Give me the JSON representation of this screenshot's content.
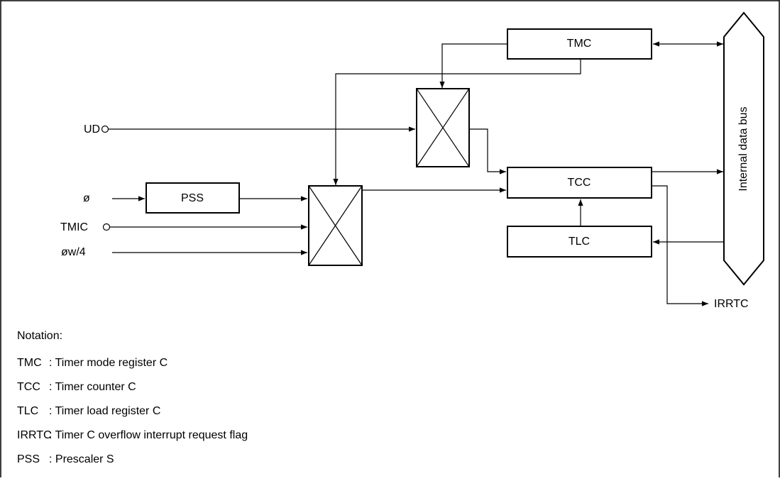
{
  "blocks": {
    "tmc": "TMC",
    "tcc": "TCC",
    "tlc": "TLC",
    "pss": "PSS"
  },
  "bus_label": "Internal data bus",
  "inputs": {
    "ud": "UD",
    "phi": "ø",
    "tmic": "TMIC",
    "phiw4": "øw/4"
  },
  "output": "IRRTC",
  "notation": {
    "title": "Notation:",
    "items": [
      {
        "abbr": "TMC",
        "desc": ": Timer mode register C"
      },
      {
        "abbr": "TCC",
        "desc": ": Timer counter C"
      },
      {
        "abbr": "TLC",
        "desc": ": Timer load register C"
      },
      {
        "abbr": "IRRTC",
        "desc": ": Timer C overflow interrupt request flag"
      },
      {
        "abbr": "PSS",
        "desc": ": Prescaler S"
      }
    ]
  }
}
